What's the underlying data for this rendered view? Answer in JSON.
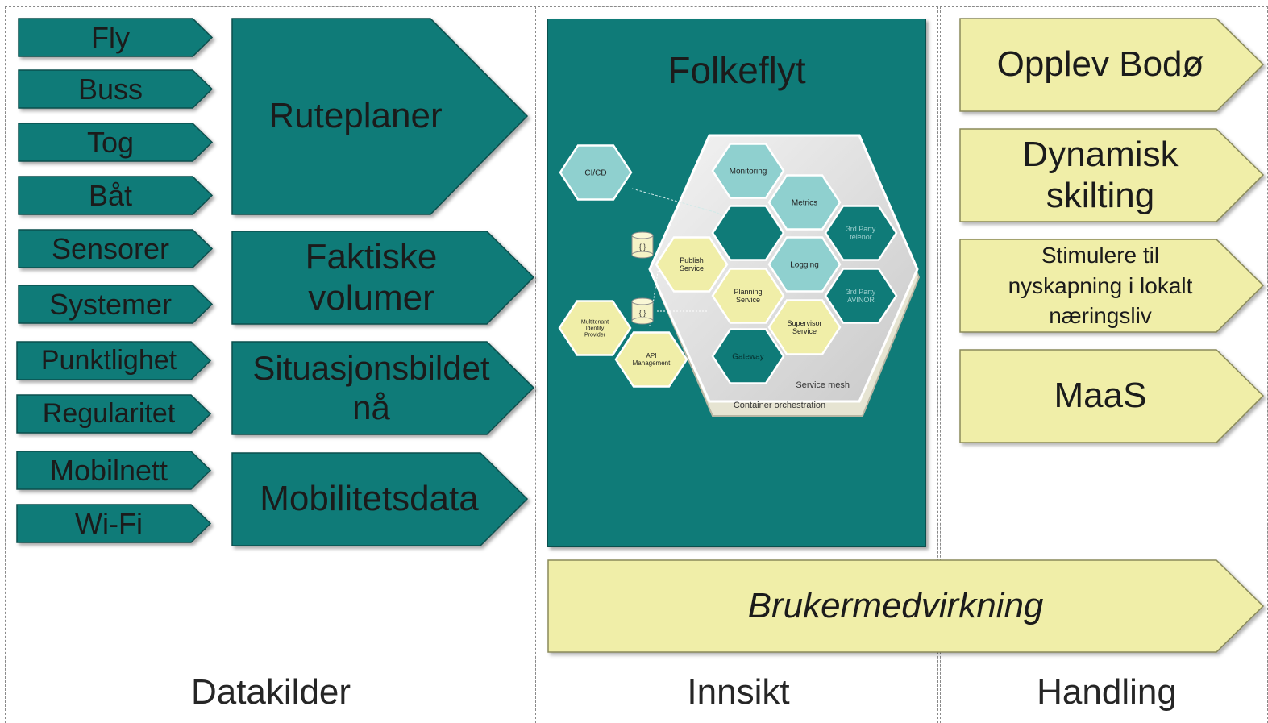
{
  "colors": {
    "teal": "#0f7b78",
    "teal_border": "#0a4f4d",
    "light_teal_hex": "#8fd0cf",
    "yellow": "#f0eea8",
    "yellow_border": "#8a8a5a"
  },
  "columns": {
    "datakilder": "Datakilder",
    "innsikt": "Innsikt",
    "handling": "Handling"
  },
  "sources": [
    "Fly",
    "Buss",
    "Tog",
    "Båt",
    "Sensorer",
    "Systemer",
    "Punktlighet",
    "Regularitet",
    "Mobilnett",
    "Wi-Fi"
  ],
  "categories": {
    "ruteplaner": "Ruteplaner",
    "faktiske_1": "Faktiske",
    "faktiske_2": "volumer",
    "situasjon_1": "Situasjonsbildet",
    "situasjon_2": "nå",
    "mobilitet": "Mobilitetsdata"
  },
  "insight": {
    "title": "Folkeflyt",
    "hex": {
      "cicd": "CI/CD",
      "monitoring": "Monitoring",
      "metrics": "Metrics",
      "third_party_1": "3rd Party",
      "telenor": "telenor",
      "third_party_2": "3rd Party",
      "avinor": "AVINOR",
      "publish_1": "Publish",
      "publish_2": "Service",
      "logging": "Logging",
      "planning_1": "Planning",
      "planning_2": "Service",
      "supervisor_1": "Supervisor",
      "supervisor_2": "Service",
      "gateway": "Gateway",
      "multitenant_1": "Multitenant",
      "multitenant_2": "Identity",
      "multitenant_3": "Provider",
      "api_1": "API",
      "api_2": "Management",
      "db": "{ }",
      "service_mesh": "Service mesh",
      "container": "Container orchestration"
    }
  },
  "actions": {
    "opplev": "Opplev Bodø",
    "dynamisk_1": "Dynamisk",
    "dynamisk_2": "skilting",
    "stimulere_1": "Stimulere til",
    "stimulere_2": "nyskapning i lokalt",
    "stimulere_3": "næringsliv",
    "maas": "MaaS"
  },
  "user_involvement": "Brukermedvirkning"
}
